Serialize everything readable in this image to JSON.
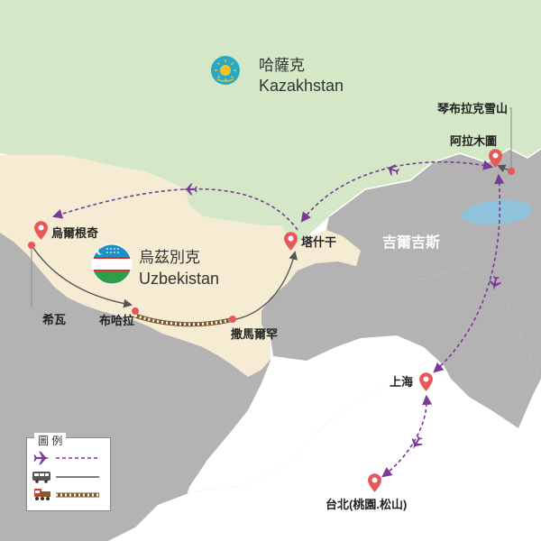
{
  "countries": {
    "kazakhstan": {
      "name_zh": "哈薩克",
      "name_en": "Kazakhstan"
    },
    "uzbekistan": {
      "name_zh": "烏茲別克",
      "name_en": "Uzbekistan"
    },
    "kyrgyzstan": {
      "name_zh": "吉爾吉斯"
    }
  },
  "places": {
    "urgench": "烏爾根奇",
    "khiva": "希瓦",
    "bukhara": "布哈拉",
    "samarkand": "撒馬爾罕",
    "tashkent": "塔什干",
    "almaty": "阿拉木圖",
    "chimbulak": "琴布拉克雪山",
    "shanghai": "上海",
    "taipei": "台北(桃園.松山)"
  },
  "legend": {
    "title": "圖  例",
    "items": [
      {
        "icon": "airplane-icon",
        "line": "purple-dashed-line"
      },
      {
        "icon": "bus-icon",
        "line": "gray-solid-line"
      },
      {
        "icon": "train-icon",
        "line": "railway-line"
      }
    ]
  },
  "colors": {
    "kazakhstan": "#d4e8c7",
    "uzbekistan": "#f6ecd3",
    "neighbor": "#b3b3b3",
    "lake": "#8fc3dc",
    "flight_route": "#7b3a96",
    "bus_route": "#555555",
    "pin": "#e8585a"
  }
}
